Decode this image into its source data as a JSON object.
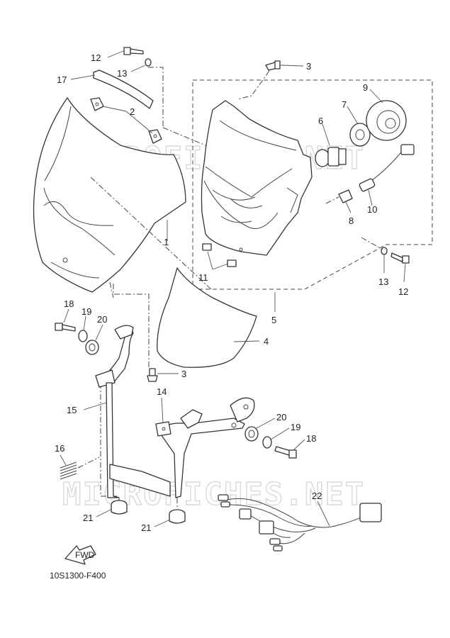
{
  "watermark": "MICROFICHES.NET",
  "diagram_code": "10S1300-F400",
  "forward_label": "FWD",
  "callouts": {
    "c1": "1",
    "c2": "2",
    "c3a": "3",
    "c3b": "3",
    "c4": "4",
    "c5": "5",
    "c6": "6",
    "c7": "7",
    "c8": "8",
    "c9": "9",
    "c10": "10",
    "c11": "11",
    "c12a": "12",
    "c12b": "12",
    "c13a": "13",
    "c13b": "13",
    "c14": "14",
    "c15": "15",
    "c16": "16",
    "c17": "17",
    "c18a": "18",
    "c18b": "18",
    "c19a": "19",
    "c19b": "19",
    "c20a": "20",
    "c20b": "20",
    "c21a": "21",
    "c21b": "21",
    "c22": "22"
  }
}
